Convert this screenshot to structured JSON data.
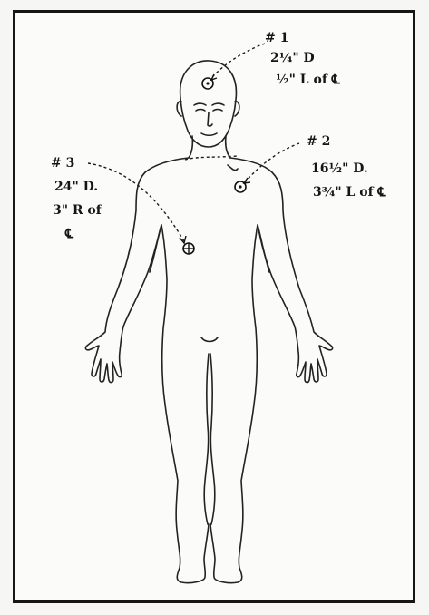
{
  "wounds": [
    {
      "number": "# 1",
      "line1": "2¼\" D",
      "line2": "½\" L of ℄",
      "marker": "circle-dot"
    },
    {
      "number": "# 2",
      "line1": "16½\" D.",
      "line2": "3¾\" L of ℄",
      "marker": "circle-dot"
    },
    {
      "number": "# 3",
      "line1": "24\" D.",
      "line2": "3\" R of",
      "line3": "℄",
      "marker": "circle-cross"
    }
  ]
}
